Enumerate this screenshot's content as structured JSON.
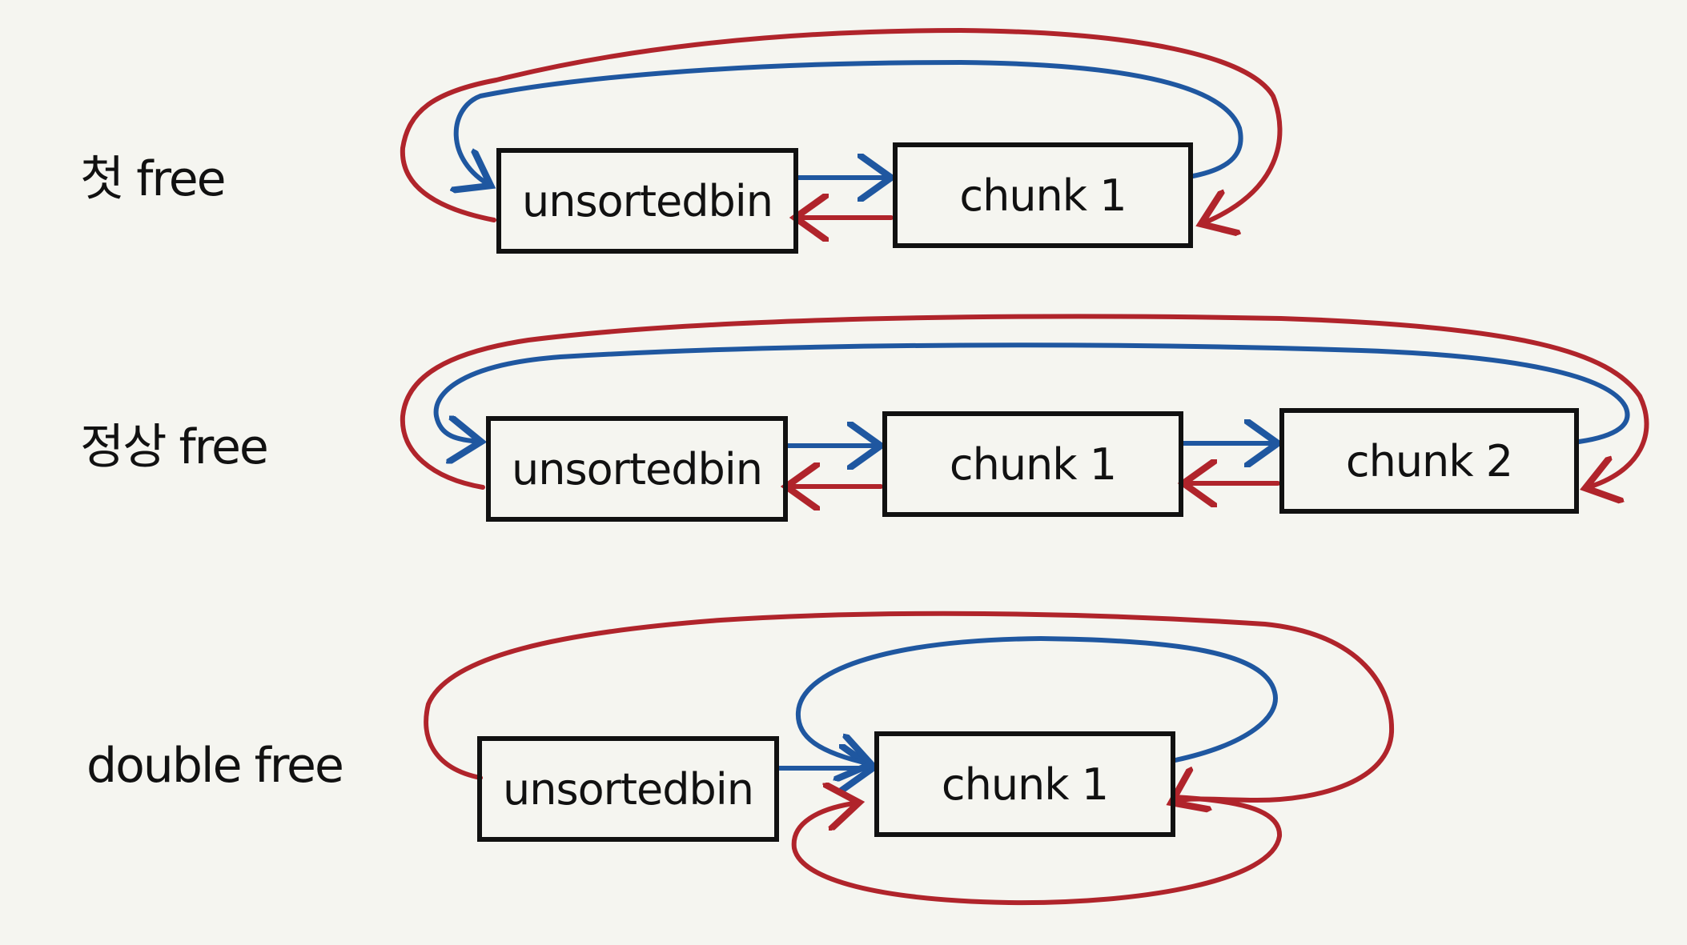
{
  "rows": [
    {
      "label": "첫 free",
      "boxes": [
        "unsortedbin",
        "chunk 1"
      ]
    },
    {
      "label": "정상 free",
      "boxes": [
        "unsortedbin",
        "chunk 1",
        "chunk 2"
      ]
    },
    {
      "label": "double free",
      "boxes": [
        "unsortedbin",
        "chunk 1"
      ]
    }
  ],
  "colors": {
    "forward_link": "#1f57a0",
    "backward_link": "#b0242b",
    "box_border": "#111111",
    "background": "#f5f5f0"
  }
}
